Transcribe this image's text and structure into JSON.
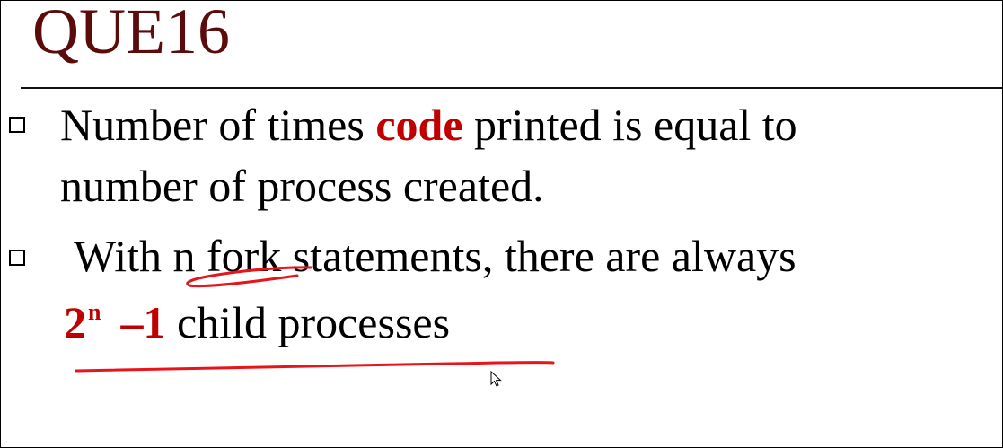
{
  "slide": {
    "title": "QUE16",
    "bullets": [
      {
        "line1_pre": "Number of times ",
        "line1_em": "code",
        "line1_post": " printed is equal to",
        "line2": "number of process created."
      },
      {
        "line1": "With n fork statements, there are always",
        "formula_base": "2",
        "formula_exp": "n",
        "formula_minus": "–",
        "formula_one": "1",
        "formula_text": " child processes"
      }
    ]
  },
  "colors": {
    "title": "#5c0b0b",
    "emphasis": "#c00000",
    "annotation": "#e8141b"
  },
  "icons": [
    "bullet-square-icon",
    "mouse-pointer-icon"
  ]
}
